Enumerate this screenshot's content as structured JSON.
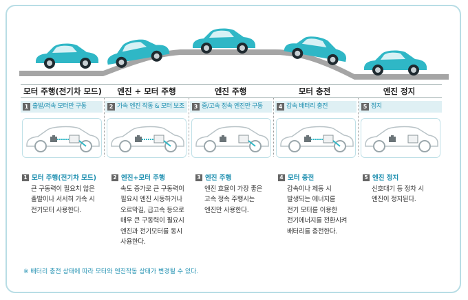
{
  "colors": {
    "teal": "#2fb7c6",
    "road": "#a5a5a5",
    "accent_text": "#1e8fb0",
    "subbar_bg": "#dff0f4"
  },
  "stages": [
    {
      "title": "모터 주행(전기차 모드)",
      "num": "1",
      "subtitle": "출발/저속 모터만 구동",
      "desc_title": "모터 주행(전기차 모드)",
      "desc_body": "큰 구동력이 필요치 않은\n출발이나 서서히 가속 시\n전기모터 사용한다.",
      "flow": "battery-to-motor"
    },
    {
      "title": "엔진 + 모터 주행",
      "num": "2",
      "subtitle": "가속 엔진 작동 & 모터 보조",
      "desc_title": "엔진+모터 주행",
      "desc_body": "속도 증가로 큰 구동력이\n필요시 엔진 시동하거나\n오르막길, 급고속 등으로\n매우 큰 구동력이 필요시\n엔진과 전기모터를 동시\n사용한다.",
      "flow": "engine-and-motor"
    },
    {
      "title": "엔진 주행",
      "num": "3",
      "subtitle": "중/고속 정속 엔진만 구동",
      "desc_title": "엔진 주행",
      "desc_body": "엔진 효율이 가장 좋은\n고속 정속 주행시는\n엔진만 사용한다.",
      "flow": "engine-only"
    },
    {
      "title": "모터 충전",
      "num": "4",
      "subtitle": "감속 배터리 충전",
      "desc_title": "모터 충전",
      "desc_body": "감속이나 제동 시\n발생되는 에너지를\n전기 모터를 이용한\n전기에너지를 전환시켜\n배터리를 충전한다.",
      "flow": "motor-to-battery"
    },
    {
      "title": "엔진 정지",
      "num": "5",
      "subtitle": "정지",
      "desc_title": "엔진 정지",
      "desc_body": "신호대기 등 정차 시\n엔진이 정지된다.",
      "flow": "none"
    }
  ],
  "footnote": "※ 배터리 충전 상태에 따라 모터와 엔진작동 상태가 변경될 수 있다."
}
